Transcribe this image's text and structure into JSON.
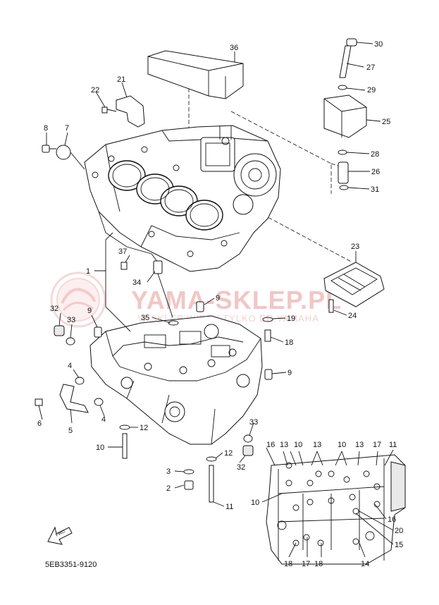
{
  "watermark": {
    "brand": "YAMA-SKLEP.PL",
    "tagline": "W SKLEP WIRZY TYLKO ER YAMAHA"
  },
  "diagram_code": "5EB3351-9120",
  "fwd_label": "FWD",
  "callouts": [
    {
      "id": "c1",
      "text": "1"
    },
    {
      "id": "c3",
      "text": "3"
    },
    {
      "id": "c2",
      "text": "2"
    },
    {
      "id": "c4a",
      "text": "4"
    },
    {
      "id": "c4b",
      "text": "4"
    },
    {
      "id": "c5",
      "text": "5"
    },
    {
      "id": "c6",
      "text": "6"
    },
    {
      "id": "c7",
      "text": "7"
    },
    {
      "id": "c8",
      "text": "8"
    },
    {
      "id": "c9a",
      "text": "9"
    },
    {
      "id": "c9b",
      "text": "9"
    },
    {
      "id": "c9c",
      "text": "9"
    },
    {
      "id": "c10a",
      "text": "10"
    },
    {
      "id": "c10b",
      "text": "10"
    },
    {
      "id": "c10c",
      "text": "10"
    },
    {
      "id": "c10d",
      "text": "10"
    },
    {
      "id": "c11a",
      "text": "11"
    },
    {
      "id": "c11b",
      "text": "11"
    },
    {
      "id": "c12a",
      "text": "12"
    },
    {
      "id": "c12b",
      "text": "12"
    },
    {
      "id": "c13a",
      "text": "13"
    },
    {
      "id": "c13b",
      "text": "13"
    },
    {
      "id": "c13c",
      "text": "13"
    },
    {
      "id": "c14",
      "text": "14"
    },
    {
      "id": "c15",
      "text": "15"
    },
    {
      "id": "c16a",
      "text": "16"
    },
    {
      "id": "c16b",
      "text": "16"
    },
    {
      "id": "c17a",
      "text": "17"
    },
    {
      "id": "c17b",
      "text": "17"
    },
    {
      "id": "c18a",
      "text": "18"
    },
    {
      "id": "c18b",
      "text": "18"
    },
    {
      "id": "c18c",
      "text": "18"
    },
    {
      "id": "c19",
      "text": "19"
    },
    {
      "id": "c20",
      "text": "20"
    },
    {
      "id": "c21",
      "text": "21"
    },
    {
      "id": "c22",
      "text": "22"
    },
    {
      "id": "c23",
      "text": "23"
    },
    {
      "id": "c24",
      "text": "24"
    },
    {
      "id": "c25",
      "text": "25"
    },
    {
      "id": "c26",
      "text": "26"
    },
    {
      "id": "c27",
      "text": "27"
    },
    {
      "id": "c28",
      "text": "28"
    },
    {
      "id": "c29",
      "text": "29"
    },
    {
      "id": "c30",
      "text": "30"
    },
    {
      "id": "c31",
      "text": "31"
    },
    {
      "id": "c32a",
      "text": "32"
    },
    {
      "id": "c32b",
      "text": "32"
    },
    {
      "id": "c33a",
      "text": "33"
    },
    {
      "id": "c33b",
      "text": "33"
    },
    {
      "id": "c34",
      "text": "34"
    },
    {
      "id": "c35",
      "text": "35"
    },
    {
      "id": "c36",
      "text": "36"
    },
    {
      "id": "c37",
      "text": "37"
    }
  ]
}
